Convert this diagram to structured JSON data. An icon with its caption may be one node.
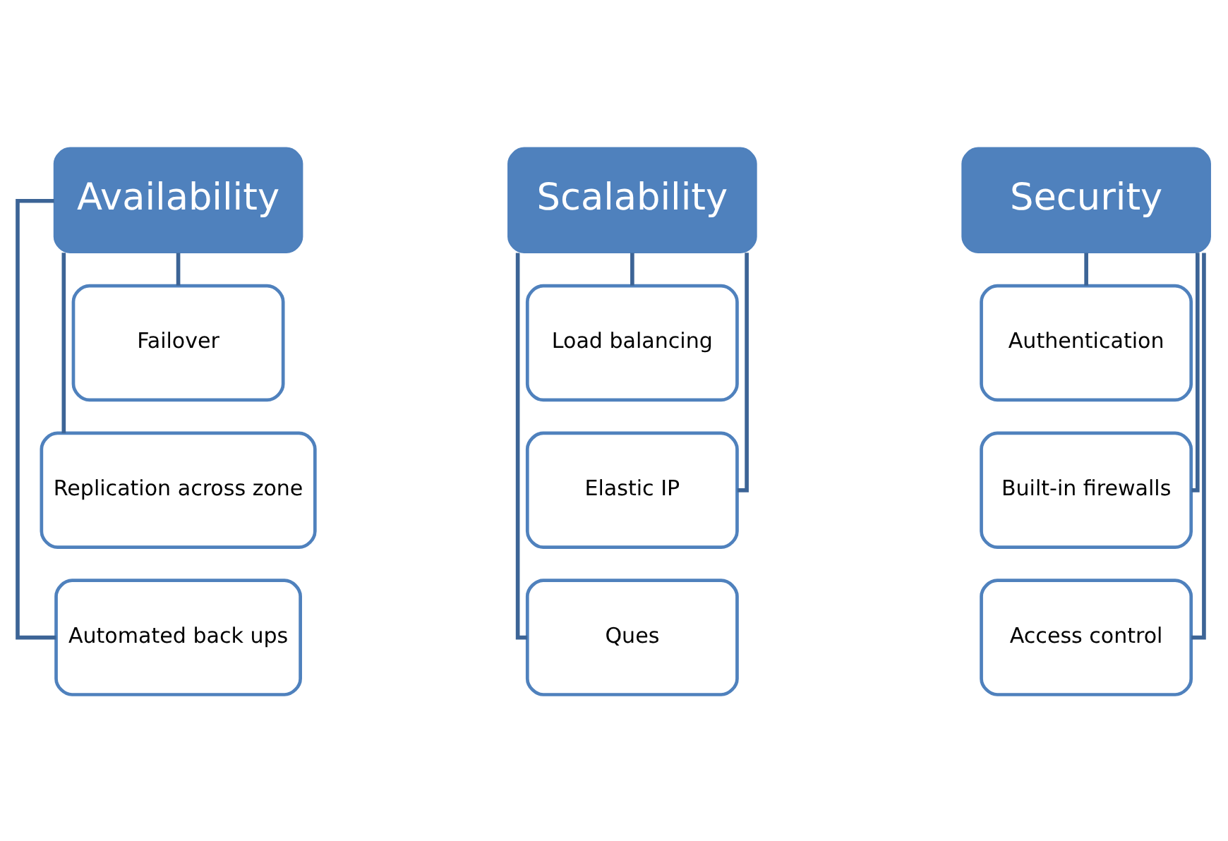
{
  "diagram": {
    "nodes": [
      {
        "text": [
          "Availability"
        ]
      },
      {
        "text": [
          "Failover"
        ]
      },
      {
        "text": [
          "Replication across zone"
        ]
      },
      {
        "text": [
          "Automated back ups"
        ]
      },
      {
        "text": [
          "Scalability"
        ]
      },
      {
        "text": [
          "Load balancing"
        ]
      },
      {
        "text": [
          "Elastic IP"
        ]
      },
      {
        "text": [
          "Ques"
        ]
      },
      {
        "text": [
          "Security"
        ]
      },
      {
        "text": [
          "Authentication"
        ]
      },
      {
        "text": [
          "Built-in firewalls"
        ]
      },
      {
        "text": [
          "Access control"
        ]
      }
    ],
    "edges": [
      {
        "from": 0,
        "to": 1,
        "arrow": "none"
      },
      {
        "from": 0,
        "to": 2,
        "arrow": "none"
      },
      {
        "from": 0,
        "to": 3,
        "arrow": "none"
      },
      {
        "from": 4,
        "to": 5,
        "arrow": "none"
      },
      {
        "from": 4,
        "to": 6,
        "arrow": "none"
      },
      {
        "from": 4,
        "to": 7,
        "arrow": "none"
      },
      {
        "from": 8,
        "to": 9,
        "arrow": "none"
      },
      {
        "from": 8,
        "to": 10,
        "arrow": "none"
      },
      {
        "from": 8,
        "to": 11,
        "arrow": "none"
      }
    ]
  }
}
